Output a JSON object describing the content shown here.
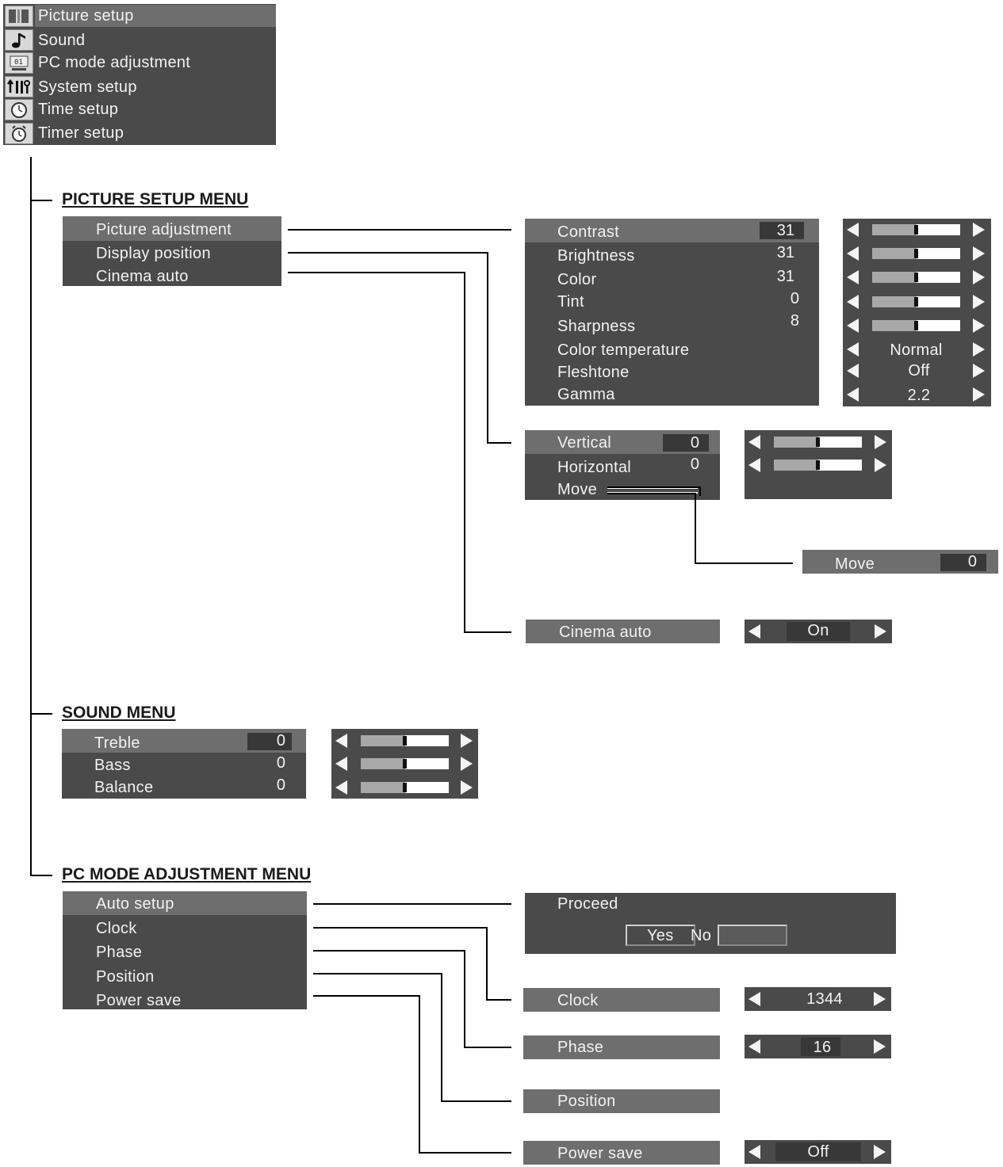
{
  "main_menu": {
    "items": [
      {
        "label": "Picture  setup",
        "icon": "picture-icon"
      },
      {
        "label": "Sound",
        "icon": "music-note-icon"
      },
      {
        "label": "PC  mode  adjustment",
        "icon": "pc-icon"
      },
      {
        "label": "System  setup",
        "icon": "tools-icon"
      },
      {
        "label": "Time  setup",
        "icon": "clock-icon"
      },
      {
        "label": "Timer  setup",
        "icon": "alarm-clock-icon"
      }
    ]
  },
  "picture_setup": {
    "heading": "PICTURE SETUP MENU",
    "menu": [
      "Picture  adjustment",
      "Display  position",
      "Cinema  auto"
    ],
    "adjustment": {
      "items": [
        {
          "label": "Contrast",
          "value": "31",
          "control": "slider",
          "level": 0.5
        },
        {
          "label": "Brightness",
          "value": "31",
          "control": "slider",
          "level": 0.5
        },
        {
          "label": "Color",
          "value": "31",
          "control": "slider",
          "level": 0.5
        },
        {
          "label": "Tint",
          "value": "0",
          "control": "slider",
          "level": 0.5
        },
        {
          "label": "Sharpness",
          "value": "8",
          "control": "slider",
          "level": 0.5
        },
        {
          "label": "Color  temperature",
          "value": "",
          "control": "select",
          "option": "Normal"
        },
        {
          "label": "Fleshtone",
          "value": "",
          "control": "select",
          "option": "Off"
        },
        {
          "label": "Gamma",
          "value": "",
          "control": "select",
          "option": "2.2"
        }
      ]
    },
    "display_position": {
      "items": [
        {
          "label": "Vertical",
          "value": "0",
          "level": 0.5
        },
        {
          "label": "Horizontal",
          "value": "0",
          "level": 0.5
        },
        {
          "label": "Move",
          "value": ""
        }
      ],
      "move": {
        "label": "Move",
        "value": "0"
      }
    },
    "cinema_auto": {
      "label": "Cinema  auto",
      "option": "On"
    }
  },
  "sound": {
    "heading": "SOUND MENU",
    "items": [
      {
        "label": "Treble",
        "value": "0",
        "level": 0.5
      },
      {
        "label": "Bass",
        "value": "0",
        "level": 0.5
      },
      {
        "label": "Balance",
        "value": "0",
        "level": 0.5
      }
    ]
  },
  "pc_mode": {
    "heading": "PC MODE ADJUSTMENT MENU",
    "menu": [
      "Auto  setup",
      "Clock",
      "Phase",
      "Position",
      "Power  save"
    ],
    "proceed": {
      "label": "Proceed",
      "yes": "Yes",
      "no": "No"
    },
    "clock": {
      "label": "Clock",
      "value": "1344"
    },
    "phase": {
      "label": "Phase",
      "value": "16"
    },
    "position": {
      "label": "Position"
    },
    "power_save": {
      "label": "Power  save",
      "option": "Off"
    }
  },
  "colors": {
    "panel": "#4a4a4a",
    "highlight": "#6e6e6e",
    "text": "#f2f2f2",
    "lines": "#000000"
  }
}
